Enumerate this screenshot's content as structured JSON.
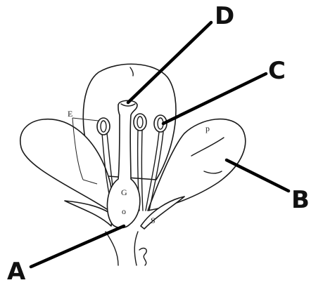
{
  "diagram": {
    "callouts": {
      "a": "A",
      "b": "B",
      "c": "C",
      "d": "D"
    },
    "small_marks": {
      "e": "E",
      "g": "G",
      "o": "o",
      "p": "p",
      "s": "S"
    }
  }
}
